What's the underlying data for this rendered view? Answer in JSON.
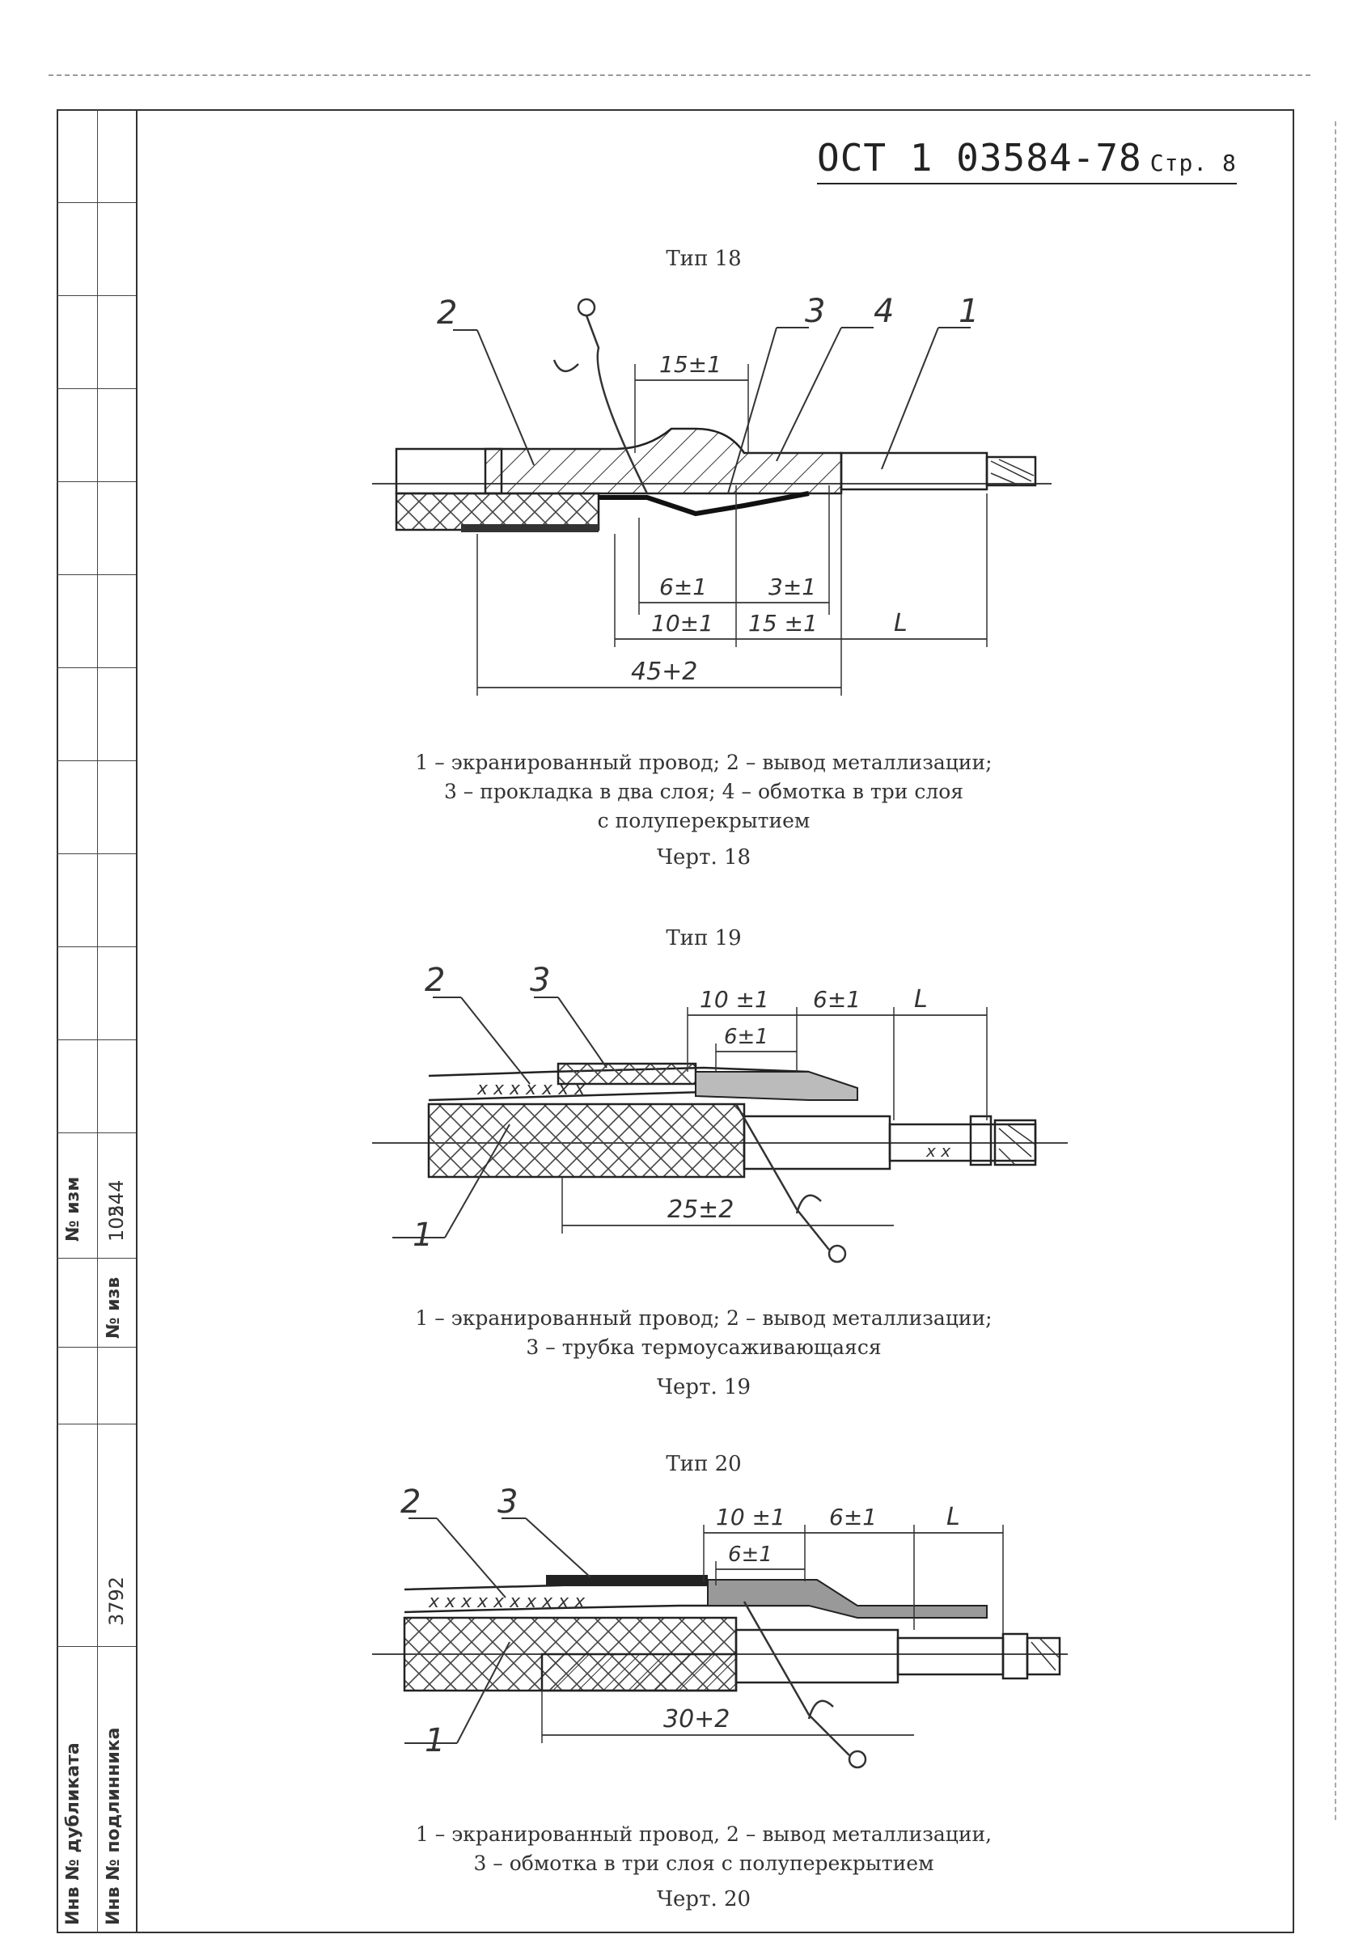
{
  "header": {
    "doc_code": "ОСТ 1 03584-78",
    "page_label": "Стр. 8"
  },
  "side_stamp": {
    "row1_label": "№ изм",
    "row1_value": "2",
    "row2_label": "№ изв",
    "row2_value": "10544",
    "row3_value": "3792",
    "row4_label": "Инв № дубликата",
    "row5_label": "Инв № подлинника"
  },
  "figures": [
    {
      "type_label": "Тип 18",
      "dims": {
        "d1": "15±1",
        "d2": "6±1",
        "d3": "3±1",
        "d4": "10±1",
        "d5": "15 ±1",
        "d6": "L",
        "d7": "45+2"
      },
      "callouts": [
        "2",
        "3",
        "4",
        "1"
      ],
      "legend_line1": "1 – экранированный провод; 2 – вывод металлизации;",
      "legend_line2": "3 – прокладка в два слоя; 4 – обмотка в три слоя",
      "legend_line3": "с полуперекрытием",
      "caption": "Черт. 18"
    },
    {
      "type_label": "Тип 19",
      "dims": {
        "d1": "10 ±1",
        "d2": "6±1",
        "d3": "L",
        "d4": "6±1",
        "d5": "25±2"
      },
      "callouts": [
        "2",
        "3",
        "1"
      ],
      "legend_line1": "1 – экранированный провод; 2 – вывод металлизации;",
      "legend_line2": "3 – трубка термоусаживающаяся",
      "caption": "Черт. 19"
    },
    {
      "type_label": "Тип 20",
      "dims": {
        "d1": "10 ±1",
        "d2": "6±1",
        "d3": "L",
        "d4": "6±1",
        "d5": "30+2"
      },
      "callouts": [
        "2",
        "3",
        "1"
      ],
      "legend_line1": "1 – экранированный провод, 2 – вывод металлизации,",
      "legend_line2": "3 – обмотка в три слоя с полуперекрытием",
      "caption": "Черт. 20"
    }
  ]
}
